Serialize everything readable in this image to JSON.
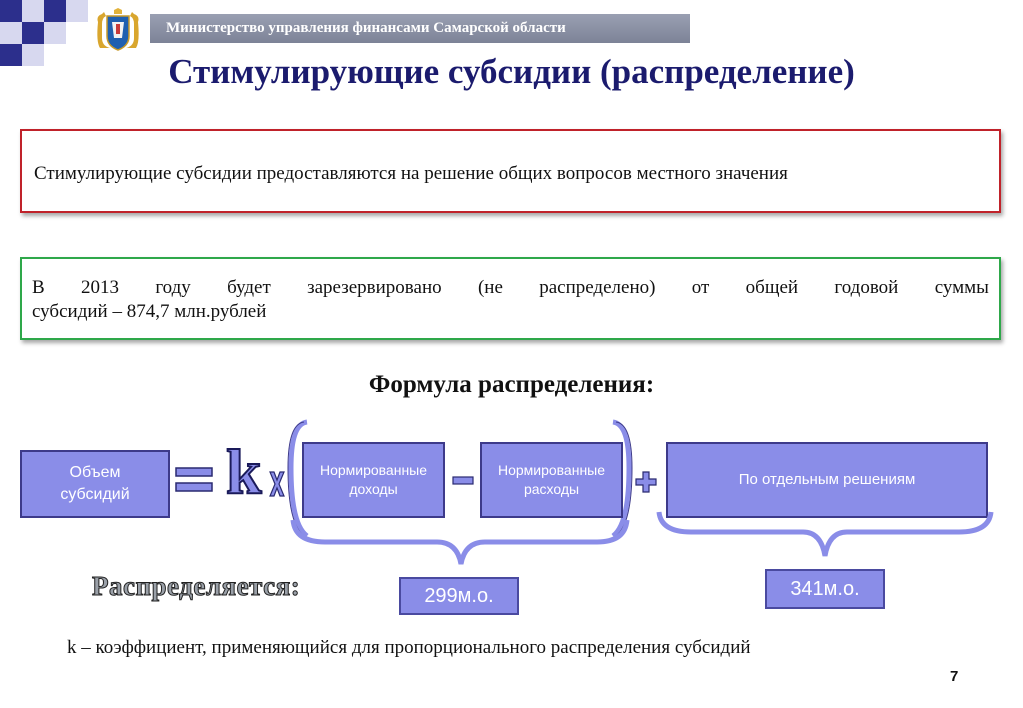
{
  "header": {
    "ministry": "Министерство управления финансами Самарской области"
  },
  "slide": {
    "title": "Стимулирующие субсидии (распределение)",
    "red_box_text": "Стимулирующие субсидии предоставляются на решение общих вопросов местного значения",
    "green_box_line1": [
      "В",
      "2013",
      "году",
      "будет",
      "зарезервировано",
      "(не",
      "распределено)",
      "от",
      "общей",
      "годовой",
      "суммы"
    ],
    "green_box_line2": "субсидий – 874,7 млн.рублей",
    "formula_title": "Формула распределения:",
    "formula": {
      "volume": "Объем субсидий",
      "equals": "=",
      "k": "k",
      "times": "x",
      "income": "Нормированные доходы",
      "minus": "–",
      "expenses": "Нормированные расходы",
      "plus": "+",
      "separate": "По отдельным решениям"
    },
    "distributed_label": "Распределяется:",
    "value_left": "299м.о.",
    "value_right": "341м.о.",
    "note": "k – коэффициент, применяющийся для пропорционального распределения субсидий",
    "page_number": "7"
  },
  "colors": {
    "title": "#1b1b6e",
    "formula_box": "#8a8de8",
    "red_border": "#c0222a",
    "green_border": "#2ea84a"
  }
}
